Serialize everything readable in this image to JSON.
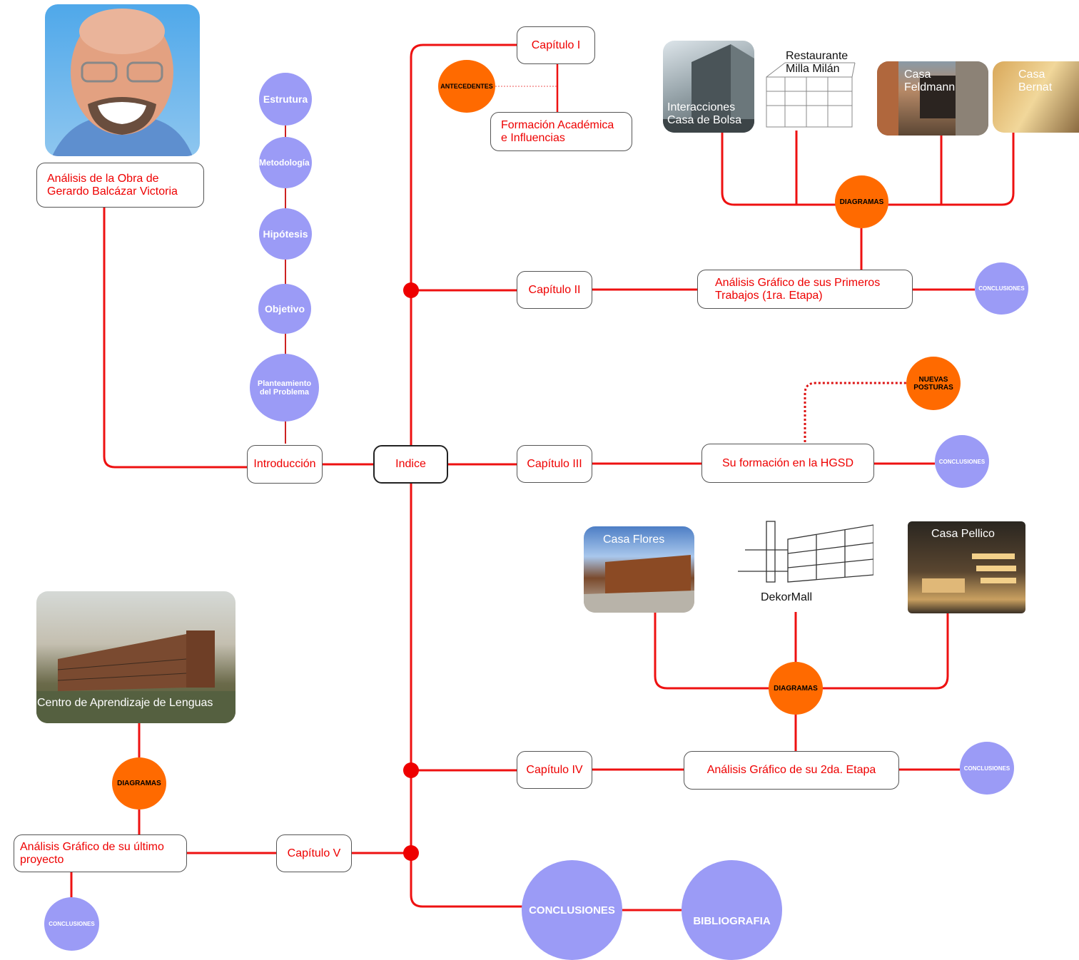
{
  "title": "Análisis de la Obra de Gerardo Balcázar Victoria",
  "nodes": {
    "main_title": "Análisis de la Obra de\nGerardo Balcázar Victoria",
    "introduccion": "Introducción",
    "indice": "Indice",
    "cap1": "Capítulo I",
    "cap2": "Capítulo II",
    "cap3": "Capítulo III",
    "cap4": "Capítulo IV",
    "cap5": "Capítulo V",
    "formacion": "Formación Académica\ne Influencias",
    "analisis1": "Análisis Gráfico de sus Primeros\nTrabajos (1ra. Etapa)",
    "hgsd": "Su formación en la HGSD",
    "analisis2": "Análisis Gráfico de su 2da. Etapa",
    "analisis_ultimo": "Análisis Gráfico de su último\nproyecto"
  },
  "intro_bubbles": {
    "estrutura": "Estrutura",
    "metodologia": "Metodología",
    "hipotesis": "Hipótesis",
    "objetivo": "Objetivo",
    "planteamiento": "Planteamiento\ndel Problema"
  },
  "orange": {
    "antecedentes": "ANTECEDENTES",
    "diagramas": "DIAGRAMAS",
    "nuevas_posturas": "NUEVAS\nPOSTURAS"
  },
  "conclusiones_small": "CONCLUSIONES",
  "conclusiones_big": "CONCLUSIONES",
  "bibliografia": "BIBLIOGRAFIA",
  "images": {
    "casa_bolsa": "Interacciones\nCasa de Bolsa",
    "milla_milan": "Restaurante\nMilla Milán",
    "feldmann": "Casa\nFeldmann",
    "bernat": "Casa\nBernat",
    "casa_flores": "Casa Flores",
    "dekormall": "DekorMall",
    "casa_pellico": "Casa Pellico",
    "centro_lenguas": "Centro de Aprendizaje de Lenguas"
  },
  "colors": {
    "line": "#ee1111",
    "purple": "#9b9bf6",
    "orange": "#ff6a00",
    "text_red": "#ee0000"
  }
}
